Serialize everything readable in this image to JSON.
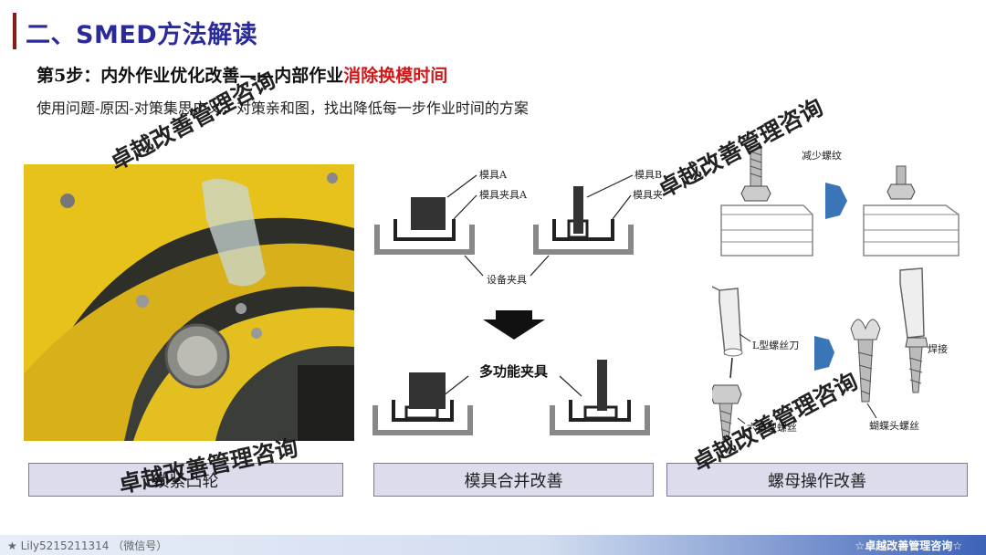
{
  "header": {
    "title": "二、SMED方法解读"
  },
  "step": {
    "prefix": "第5步：内外作业优化改善——内部作业",
    "highlight": "消除换模时间"
  },
  "description": "使用问题-原因-对策集思广义，对策亲和图，找出降低每一步作业时间的方案",
  "panels": {
    "photo_caption": "锁紧凸轮",
    "die_caption": "模具合并改善",
    "nut_caption": "螺母操作改善"
  },
  "die_diagram": {
    "mold_a": "模具A",
    "mold_a_clamp": "模具夹具A",
    "mold_b": "模具B",
    "mold_b_clamp": "模具夹具B",
    "equipment_clamp": "设备夹具",
    "multi_clamp": "多功能夹具"
  },
  "nut_diagram": {
    "reduce_thread": "减少螺纹",
    "l_wrench": "L型螺丝刀",
    "hex_screw": "六角型螺丝",
    "weld": "焊接",
    "butterfly_screw": "蝴蝶头螺丝"
  },
  "watermark": "卓越改善管理咨询",
  "footer": {
    "left": "Lily5215211314 （微信号）",
    "right": "☆卓越改善管理咨询☆"
  },
  "colors": {
    "title": "#2a2a9a",
    "highlight": "#d01818",
    "caption_bg": "#dcdcec",
    "accent_bar": "#8b1a1a"
  }
}
